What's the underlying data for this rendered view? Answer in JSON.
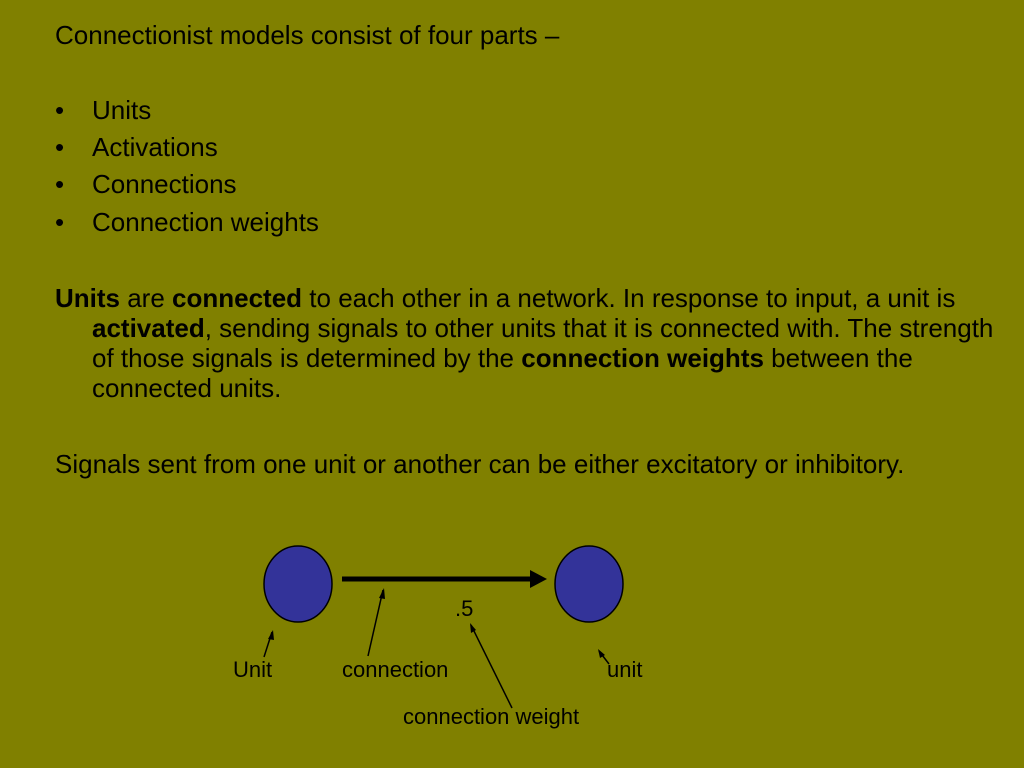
{
  "colors": {
    "background": "#808000",
    "unit_fill": "#333399",
    "text": "#000000"
  },
  "intro": "Connectionist models consist of four parts –",
  "bullets": [
    "Units",
    "Activations",
    "Connections",
    "Connection weights"
  ],
  "para1": {
    "s1": "Units",
    "s2": " are ",
    "s3": "connected",
    "s4": " to each other in a network. In response to input, a unit is ",
    "s5": "activated",
    "s6": ", sending signals to other units that it is connected with. The strength of those signals is determined by the ",
    "s7": "connection weights",
    "s8": " between the connected units."
  },
  "para2": "Signals sent from one unit or another can be either excitatory or inhibitory.",
  "diagram": {
    "weight_value": ".5",
    "label_unit_left": "Unit",
    "label_connection": "connection",
    "label_unit_right": "unit",
    "label_connection_weight": "connection weight"
  }
}
